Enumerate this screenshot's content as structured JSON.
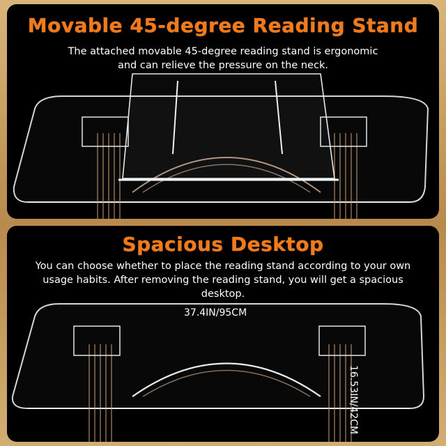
{
  "panels": [
    {
      "title": "Movable 45-degree Reading Stand",
      "description": "The attached movable 45-degree reading stand is ergonomic\nand can relieve the pressure on the neck."
    },
    {
      "title": "Spacious Desktop",
      "description": "You can choose whether to place the reading stand according to your own\nusage habits. After removing the reading stand, you will get a spacious desktop.",
      "width_label": "37.4IN/95CM",
      "depth_label": "16.53IN/42CM"
    }
  ],
  "colors": {
    "title": "#f07a1c",
    "panel_bg": "#000000",
    "text": "#ffffff"
  }
}
